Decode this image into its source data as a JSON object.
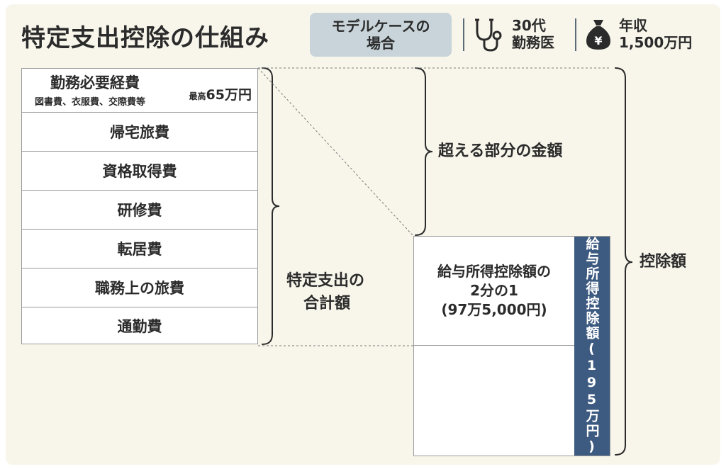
{
  "header": {
    "title": "特定支出控除の仕組み",
    "case_line1": "モデルケースの",
    "case_line2": "場合",
    "profile_age": "30代",
    "profile_job": "勤務医",
    "income_label": "年収",
    "income_value": "1,500万円",
    "stethoscope_icon": "stethoscope-icon",
    "money_icon": "money-bag-icon",
    "money_symbol": "¥"
  },
  "expenses": {
    "first": {
      "name": "勤務必要経費",
      "detail": "図書費、衣服費、交際費等",
      "max_prefix": "最高",
      "max_value": "65万円"
    },
    "items": [
      "帰宅旅費",
      "資格取得費",
      "研修費",
      "転居費",
      "職務上の旅費",
      "通勤費"
    ]
  },
  "labels": {
    "total_line1": "特定支出の",
    "total_line2": "合計額",
    "excess": "超える部分の金額",
    "deduction": "控除額"
  },
  "salary": {
    "half_line1": "給与所得控除額の",
    "half_line2": "2分の1",
    "half_line3": "(97万5,000円)",
    "full_vertical": "給与所得控除額(195万円)"
  },
  "colors": {
    "background": "#f8f6eb",
    "case_box": "#c8d4d9",
    "bar": "#3d5a80",
    "text": "#2b2b2b"
  }
}
